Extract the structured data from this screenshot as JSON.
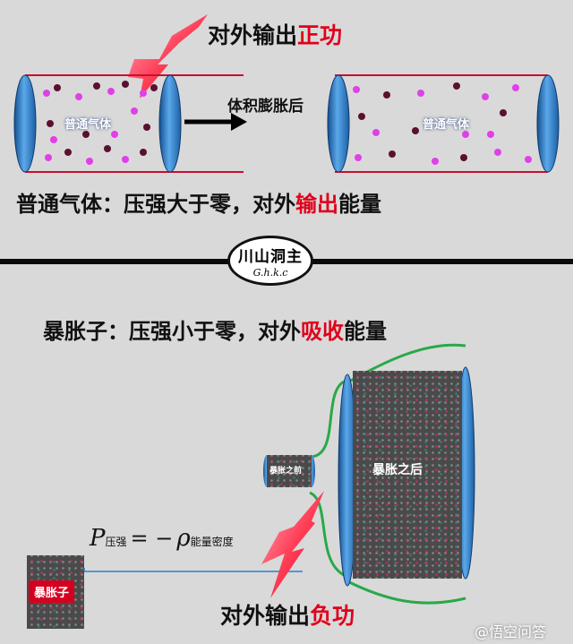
{
  "top": {
    "heading_black": "对外输出",
    "heading_red": "正功",
    "arrow_label": "体积膨胀后",
    "gas_label_before": "普通气体",
    "gas_label_after": "普通气体",
    "caption_black1": "普通气体：压强大于零，对外",
    "caption_red": "输出",
    "caption_black2": "能量"
  },
  "badge": {
    "name": "川山洞主",
    "sub": "G.h.k.c"
  },
  "bottom": {
    "caption_black1": "暴胀子：压强小于零，对外",
    "caption_red": "吸收",
    "caption_black2": "能量",
    "before_label": "暴胀之前",
    "after_label": "暴胀之后",
    "inflaton_label": "暴胀子",
    "formula": {
      "P": "P",
      "p_sub": "压强",
      "eq": "= −",
      "rho": "ρ",
      "rho_sub": "能量密度"
    },
    "heading_black": "对外输出",
    "heading_red": "负功"
  },
  "watermark": "@悟空问答",
  "colors": {
    "accent_red": "#e0001b",
    "piston_blue": "#2f7fd0",
    "wall_red": "#c8102e",
    "curve_green": "#2aa84a",
    "particle_magenta": "#e040e8",
    "particle_maroon": "#5a1030"
  }
}
